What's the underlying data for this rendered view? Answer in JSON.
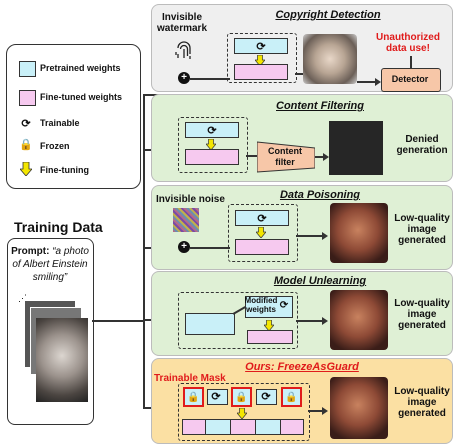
{
  "legend": {
    "pretrained": "Pretrained weights",
    "finetuned": "Fine-tuned weights",
    "trainable": "Trainable",
    "frozen": "Frozen",
    "finetuning": "Fine-tuning"
  },
  "training": {
    "heading": "Training Data",
    "prompt_label": "Prompt:",
    "prompt_text": "“a photo of Albert Einstein smiling”"
  },
  "copyright": {
    "invisible": "Invisible watermark",
    "title": "Copyright Detection",
    "unauthorized": "Unauthorized data use!",
    "detector": "Detector"
  },
  "content": {
    "title": "Content Filtering",
    "filter": "Content filter",
    "denied": "Denied generation"
  },
  "poison": {
    "invisible": "Invisible noise",
    "title": "Data Poisoning",
    "result": "Low-quality image generated"
  },
  "unlearn": {
    "title": "Model Unlearning",
    "modified": "Modified weights",
    "result": "Low-quality image generated"
  },
  "ours": {
    "title": "Ours: FreezeAsGuard",
    "mask": "Trainable Mask",
    "result": "Low-quality image generated"
  },
  "colors": {
    "pretrained": "#c9f0f8",
    "finetuned": "#f6c9ef",
    "accent_red": "#e01b1b",
    "arrow_yellow": "#f3e600"
  }
}
